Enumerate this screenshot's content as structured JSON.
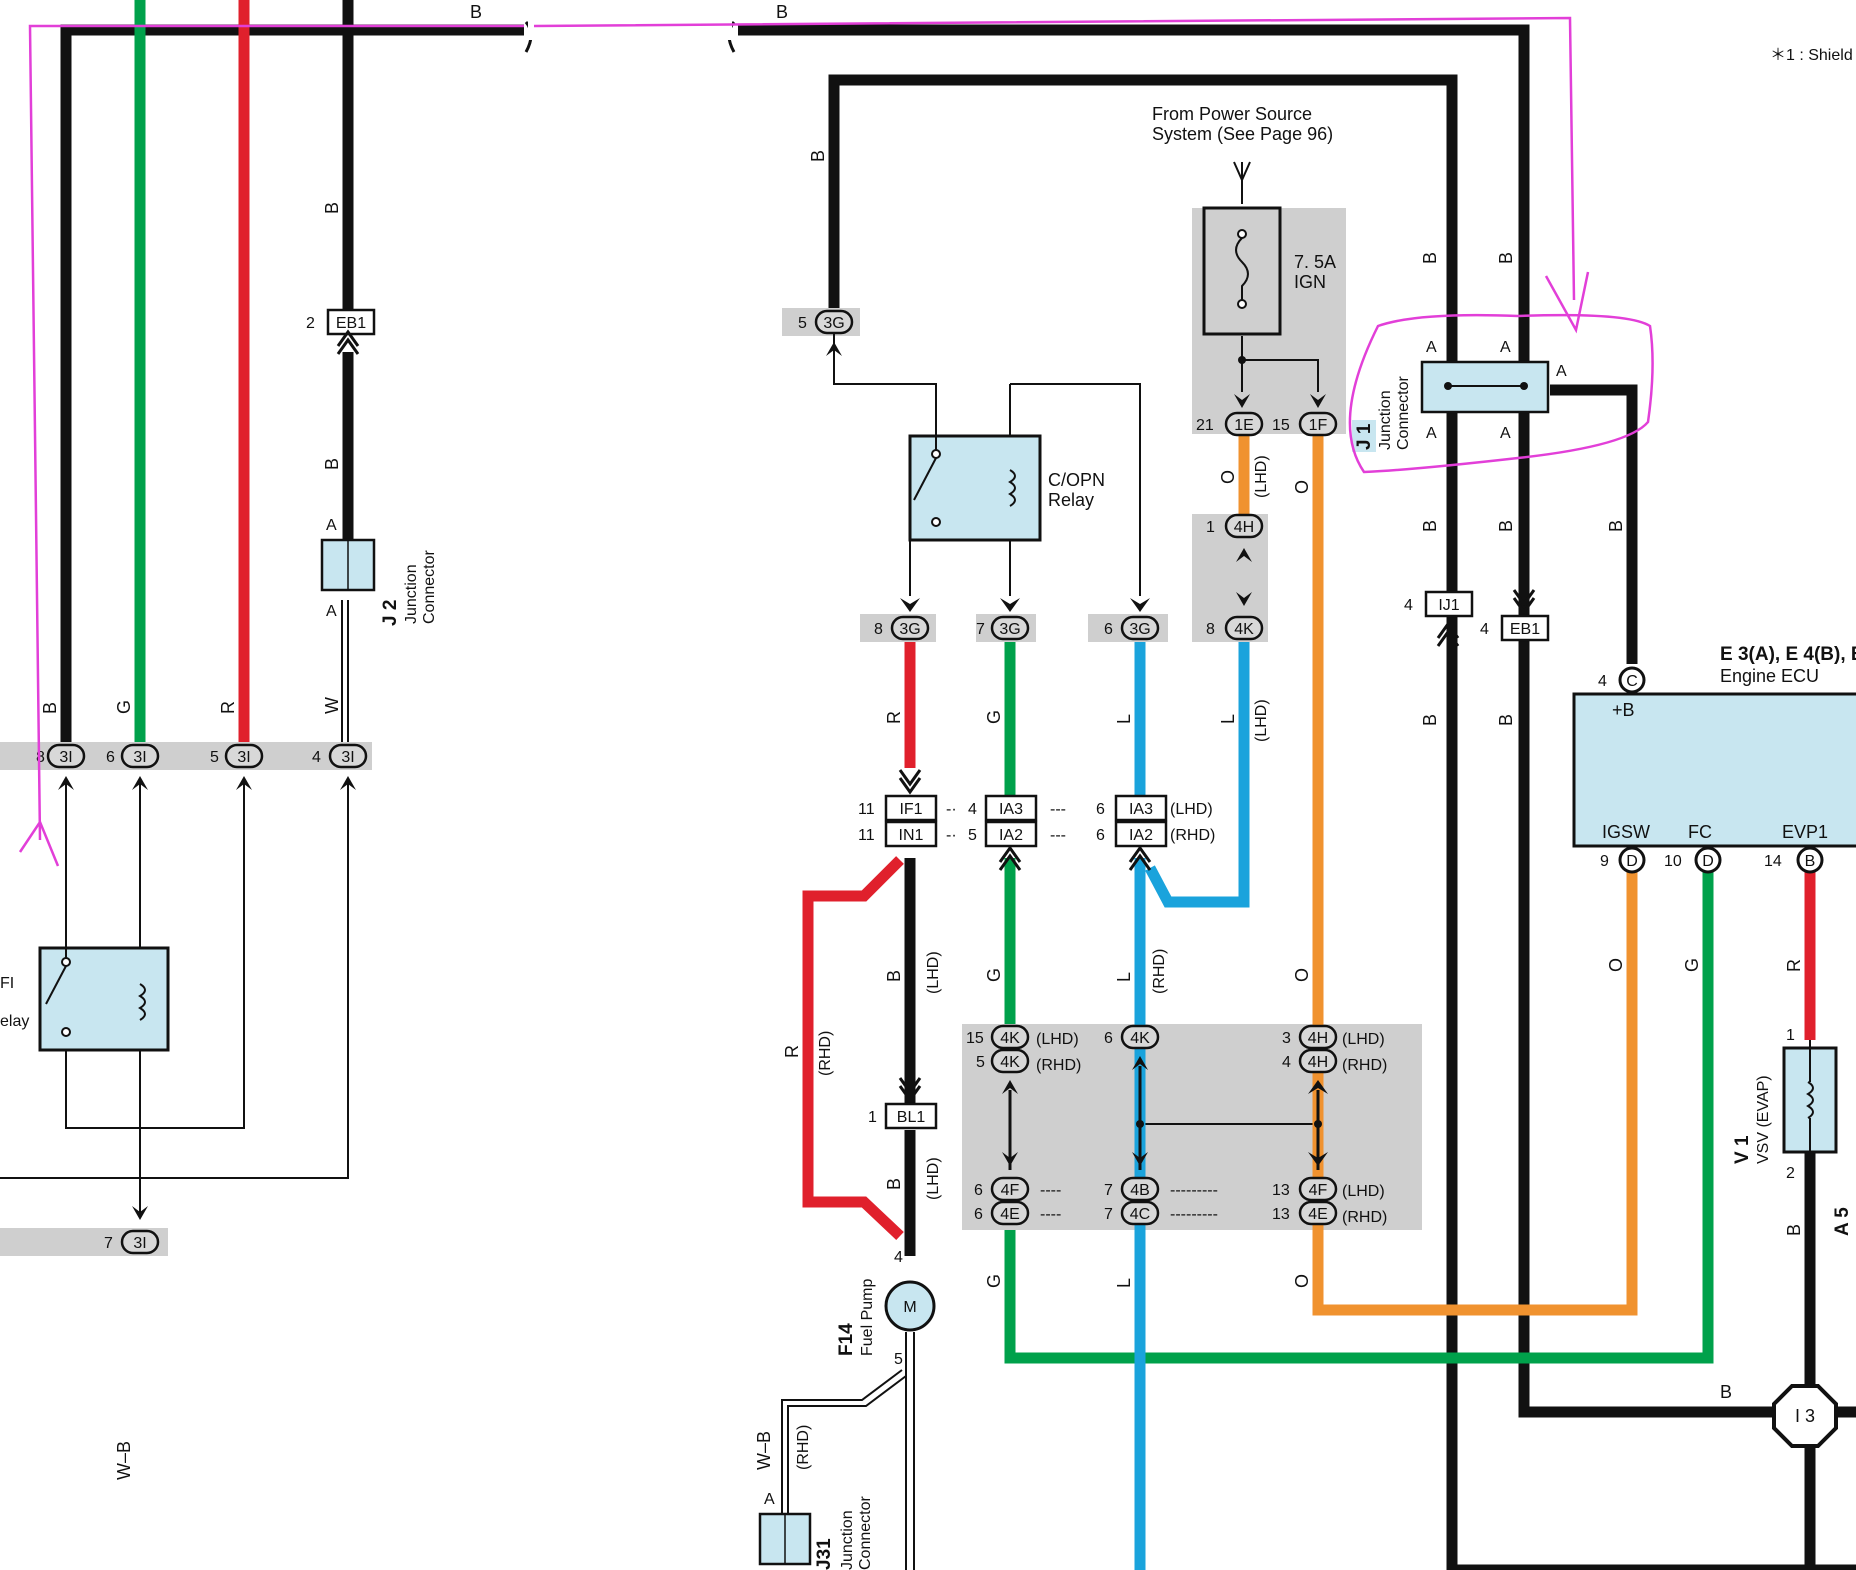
{
  "colors": {
    "black": "#111111",
    "green": "#00a14b",
    "red": "#e0202c",
    "blue": "#1aa3dc",
    "orange": "#f0922f",
    "gray": "#c8c8c8",
    "panel": "#d0d0d0",
    "component": "#c8e6f0",
    "annotation": "#e23fd8",
    "white": "#ffffff"
  },
  "header": {
    "shield_note": "＊1 : Shield"
  },
  "power_source": {
    "line1": "From Power Source",
    "line2": "System (See Page 96)"
  },
  "fuse": {
    "rating": "7. 5A",
    "name": "IGN"
  },
  "relays": {
    "copn": {
      "line1": "C/OPN",
      "line2": "Relay"
    },
    "efi": {
      "line1": "FI",
      "line2": "elay"
    }
  },
  "junction_connectors": {
    "j1": {
      "id": "J 1",
      "line1": "Junction",
      "line2": "Connector",
      "pin": "A"
    },
    "j2": {
      "id": "J 2",
      "line1": "Junction",
      "line2": "Connector",
      "pin": "A"
    },
    "j31": {
      "id": "J31",
      "line1": "Junction",
      "line2": "Connector",
      "pin": "A"
    }
  },
  "connectors": {
    "eb1": "EB1",
    "ij1": "IJ1",
    "if1": "IF1",
    "in1": "IN1",
    "ia3": "IA3",
    "ia2": "IA2",
    "bl1": "BL1",
    "c3i": "3I",
    "c3g": "3G",
    "c1e": "1E",
    "c1f": "1F",
    "c4h": "4H",
    "c4k": "4K",
    "c4f": "4F",
    "c4e": "4E",
    "c4b": "4B",
    "c4c": "4C",
    "cC": "C",
    "cD": "D",
    "cB": "B"
  },
  "pins": {
    "p2": "2",
    "p4": "4",
    "p5": "5",
    "p6": "6",
    "p7": "7",
    "p8": "8",
    "p11": "11",
    "p1": "1",
    "p3": "3",
    "p13": "13",
    "p15": "15",
    "p21": "21",
    "p9": "9",
    "p10": "10",
    "p14": "14"
  },
  "wire_colors": {
    "B": "B",
    "G": "G",
    "R": "R",
    "W": "W",
    "L": "L",
    "O": "O",
    "WB": "W–B"
  },
  "variants": {
    "lhd": "(LHD)",
    "rhd": "(RHD)"
  },
  "ecu": {
    "title": "E 3(A), E 4(B), E",
    "name": "Engine ECU",
    "pin_plus_b": "+B",
    "igsw": "IGSW",
    "fc": "FC",
    "evp1": "EVP1"
  },
  "fuel_pump": {
    "id": "F14",
    "name": "Fuel Pump",
    "motor": "M"
  },
  "vsv": {
    "id": "V 1",
    "name": "VSV (EVAP)"
  },
  "a5": {
    "id": "A 5"
  },
  "i3": {
    "id": "I 3"
  }
}
